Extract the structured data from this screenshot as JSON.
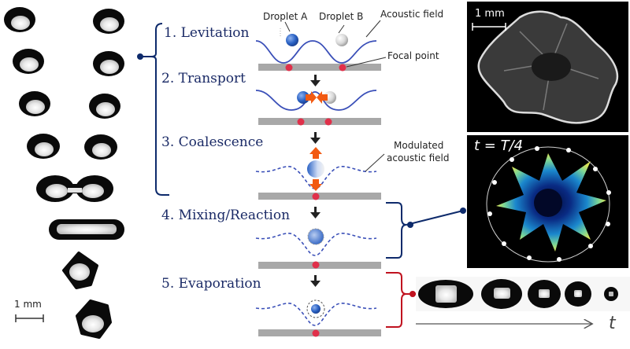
{
  "steps": [
    {
      "label": "1. Levitation"
    },
    {
      "label": "2. Transport"
    },
    {
      "label": "3. Coalescence"
    },
    {
      "label": "4. Mixing/Reaction"
    },
    {
      "label": "5. Evaporation"
    }
  ],
  "annotations": {
    "droplet_a": "Droplet A",
    "droplet_b": "Droplet B",
    "acoustic_field": "Acoustic field",
    "focal_point": "Focal point",
    "modulated_field_line1": "Modulated",
    "modulated_field_line2": "acoustic field"
  },
  "left_panel": {
    "scale_label": "1 mm",
    "description": "Image sequence of two droplets coalescing and oscillating"
  },
  "right_top_panel": {
    "scale_label": "1 mm",
    "description": "Star-shaped oscillating droplet (mixing)"
  },
  "right_mid_panel": {
    "time_label": "t = T/4",
    "description": "Velocity field inside oscillating droplet"
  },
  "evaporation_strip": {
    "axis_label": "t",
    "droplet_count": 5
  },
  "colors": {
    "step_text": "#1a2a66",
    "bracket_blue": "#0d2a6b",
    "bracket_red": "#c0121f",
    "wave_blue": "#3a4fb8",
    "focal_red": "#e0304a",
    "transducer_gray": "#a8a8a8",
    "force_arrow": "#f25a12"
  }
}
